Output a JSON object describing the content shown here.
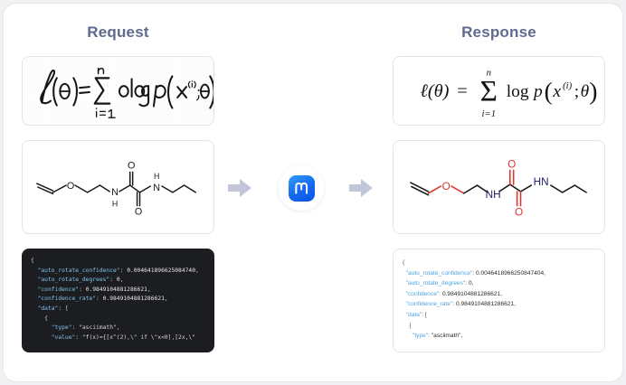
{
  "columns": {
    "request": {
      "title": "Request",
      "formula_panel": {
        "name": "handwritten-equation",
        "alt": "l(theta) = sum i=1 to n log p(x^(i); theta)"
      },
      "chem_panel": {
        "name": "handwritten-chemical-structure",
        "alt": "N-(2-(vinyloxy)ethyl)-N'-propyl oxamide skeletal formula, black and white"
      },
      "json_panel": {
        "name": "request-json",
        "theme": "dark",
        "lines": [
          "{",
          "  \"auto_rotate_confidence\": 0.004641896625084740",
          "  \"auto_rotate_degrees\": 0,",
          "  \"confidence\": 0.9849104881286621,",
          "  \"confidence_rate\": 0.9849104881286621,",
          "  \"data\": [",
          "    {",
          "      \"type\": \"asciimath\",",
          "      \"value\": \"f(x)={[x^(2),\\\" if \\\"x<0],[2x,\\\""
        ]
      }
    },
    "response": {
      "title": "Response",
      "formula_panel": {
        "name": "rendered-latex-equation",
        "alt": "ell(theta) = sum_{i=1}^{n} log p ( x^{(i)} ; theta )"
      },
      "chem_panel": {
        "name": "rendered-chemical-structure",
        "alt": "N-(2-(vinyloxy)ethyl)-N'-propyl oxamide skeletal formula with red oxygens and blue nitrogens"
      },
      "json_panel": {
        "name": "response-json",
        "theme": "light",
        "lines": [
          "{",
          "  \"auto_rotate_confidence\": 0.0046418966250847404,",
          "  \"auto_rotate_degrees\": 0,",
          "  \"confidence\": 0.9849104881286621,",
          "  \"confidence_rate\": 0.9849104881286621,",
          "  \"data\": [",
          "    {",
          "      \"type\": \"asciimath\","
        ]
      }
    }
  },
  "pipeline": {
    "arrow_in": "arrow-right-icon",
    "arrow_out": "arrow-right-icon",
    "logo": {
      "name": "mathpix-logo-icon",
      "label": "M",
      "bg_color": "#1668f0"
    }
  },
  "colors": {
    "title": "#616a8e",
    "arrow": "#c2c6d8",
    "json_dark_bg": "#1b1d21",
    "json_dark_key": "#7fc3ef",
    "json_light_key": "#4ea3e0",
    "chem_oxygen": "#e8241a",
    "chem_nitrogen": "#2b2b6e",
    "page_bg": "#f1f1f3"
  }
}
